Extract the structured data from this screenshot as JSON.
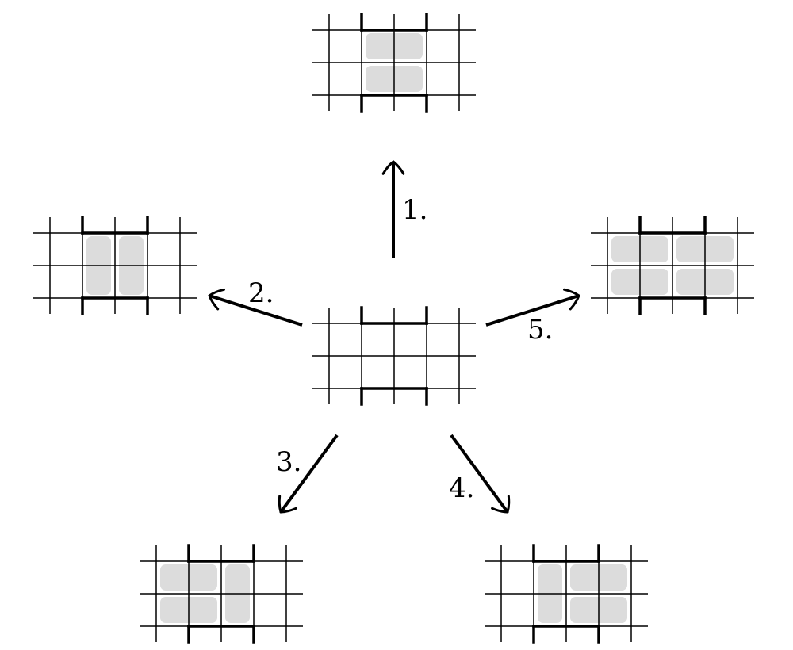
{
  "diagram": {
    "colors": {
      "line": "#000000",
      "domino": "#dcdcdc",
      "background": "#ffffff"
    },
    "center": {
      "dominoes": []
    },
    "cases": [
      {
        "label": "1.",
        "dominoes": [
          {
            "col": 0,
            "row": 0,
            "orient": "h"
          },
          {
            "col": 0,
            "row": 1,
            "orient": "h"
          }
        ]
      },
      {
        "label": "2.",
        "dominoes": [
          {
            "col": 0,
            "row": 0,
            "orient": "v"
          },
          {
            "col": 1,
            "row": 0,
            "orient": "v"
          }
        ]
      },
      {
        "label": "3.",
        "dominoes": [
          {
            "col": -1,
            "row": 0,
            "orient": "h"
          },
          {
            "col": -1,
            "row": 1,
            "orient": "h"
          },
          {
            "col": 1,
            "row": 0,
            "orient": "v"
          }
        ]
      },
      {
        "label": "4.",
        "dominoes": [
          {
            "col": 0,
            "row": 0,
            "orient": "v"
          },
          {
            "col": 1,
            "row": 0,
            "orient": "h"
          },
          {
            "col": 1,
            "row": 1,
            "orient": "h"
          }
        ]
      },
      {
        "label": "5.",
        "dominoes": [
          {
            "col": -1,
            "row": 0,
            "orient": "h"
          },
          {
            "col": 1,
            "row": 0,
            "orient": "h"
          },
          {
            "col": -1,
            "row": 1,
            "orient": "h"
          },
          {
            "col": 1,
            "row": 1,
            "orient": "h"
          }
        ]
      }
    ]
  }
}
